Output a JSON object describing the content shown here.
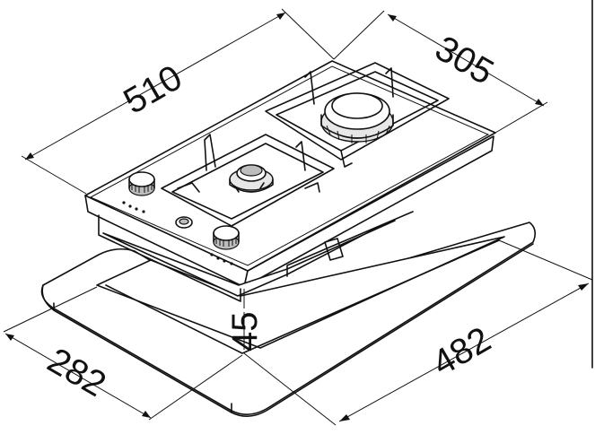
{
  "dimensions": {
    "width_top": "510",
    "depth_top": "305",
    "height": "45",
    "cutout_depth": "282",
    "cutout_width": "482"
  }
}
